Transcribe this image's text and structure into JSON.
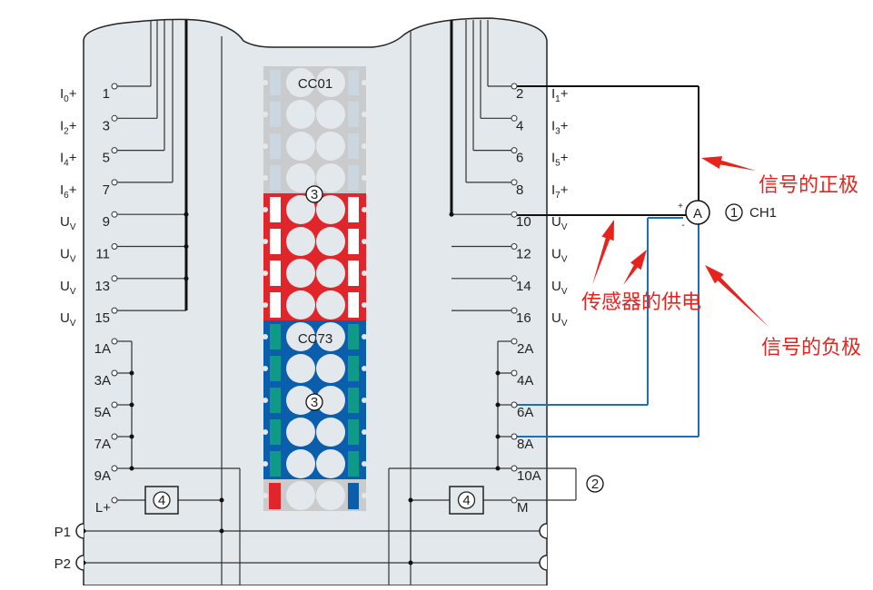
{
  "left_terminals": [
    {
      "num": "1",
      "sig": "I",
      "sub": "0",
      "suffix": "+"
    },
    {
      "num": "3",
      "sig": "I",
      "sub": "2",
      "suffix": "+"
    },
    {
      "num": "5",
      "sig": "I",
      "sub": "4",
      "suffix": "+"
    },
    {
      "num": "7",
      "sig": "I",
      "sub": "6",
      "suffix": "+"
    },
    {
      "num": "9",
      "sig": "U",
      "sub": "V",
      "suffix": ""
    },
    {
      "num": "11",
      "sig": "U",
      "sub": "V",
      "suffix": ""
    },
    {
      "num": "13",
      "sig": "U",
      "sub": "V",
      "suffix": ""
    },
    {
      "num": "15",
      "sig": "U",
      "sub": "V",
      "suffix": ""
    }
  ],
  "right_terminals": [
    {
      "num": "2",
      "sig": "I",
      "sub": "1",
      "suffix": "+"
    },
    {
      "num": "4",
      "sig": "I",
      "sub": "3",
      "suffix": "+"
    },
    {
      "num": "6",
      "sig": "I",
      "sub": "5",
      "suffix": "+"
    },
    {
      "num": "8",
      "sig": "I",
      "sub": "7",
      "suffix": "+"
    },
    {
      "num": "10",
      "sig": "U",
      "sub": "V",
      "suffix": ""
    },
    {
      "num": "12",
      "sig": "U",
      "sub": "V",
      "suffix": ""
    },
    {
      "num": "14",
      "sig": "U",
      "sub": "V",
      "suffix": ""
    },
    {
      "num": "16",
      "sig": "U",
      "sub": "V",
      "suffix": ""
    }
  ],
  "left_lower_terminals": [
    "1A",
    "3A",
    "5A",
    "7A",
    "9A",
    "L+"
  ],
  "right_lower_terminals": [
    "2A",
    "4A",
    "6A",
    "8A",
    "10A",
    "M"
  ],
  "bus_labels": [
    "P1",
    "P2"
  ],
  "connector": {
    "top_label": "CC01",
    "bottom_label": "CC73",
    "callout": "3"
  },
  "callouts": {
    "box": "4",
    "ch_number": "1",
    "ch_label": "CH1",
    "bridge": "2"
  },
  "meter": {
    "label": "A",
    "plus": "+",
    "minus": "-"
  },
  "annotations": {
    "positive": "信号的正极",
    "supply": "传感器的供电",
    "negative": "信号的负极"
  },
  "colors": {
    "module": "#e3e8ec",
    "red": "#e1262b",
    "blue": "#0a5eab",
    "teal": "#0f9a88",
    "wire_blue": "#1c6fb8",
    "annotation": "#e8231d"
  }
}
